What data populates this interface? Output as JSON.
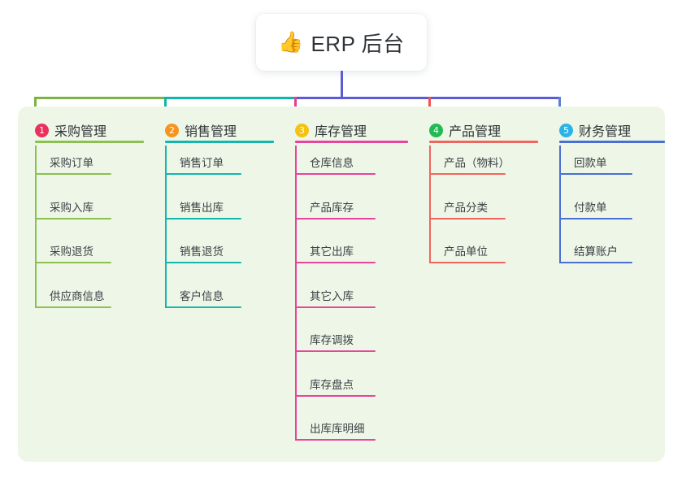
{
  "diagram": {
    "type": "organization-chart",
    "root": {
      "icon": "thumbs-up-icon",
      "emoji": "👍",
      "label": "ERP 后台"
    },
    "background_color": "#ffffff",
    "panel_color": "#eef7e7",
    "bus_segments": [
      {
        "name": "green-segment",
        "color": "#7cb342"
      },
      {
        "name": "teal-segment",
        "color": "#11b5ab"
      },
      {
        "name": "purple-segment",
        "color": "#5b5bd6"
      }
    ],
    "columns": [
      {
        "number": "1",
        "title": "采购管理",
        "badge_color": "#e8315f",
        "line_color": "#8cc152",
        "connector_color": "#7cb342",
        "items": [
          {
            "label": "采购订单"
          },
          {
            "label": "采购入库"
          },
          {
            "label": "采购退货"
          },
          {
            "label": "供应商信息"
          }
        ]
      },
      {
        "number": "2",
        "title": "销售管理",
        "badge_color": "#f7941e",
        "line_color": "#13b7ad",
        "connector_color": "#11b5ab",
        "items": [
          {
            "label": "销售订单"
          },
          {
            "label": "销售出库"
          },
          {
            "label": "销售退货"
          },
          {
            "label": "客户信息"
          }
        ]
      },
      {
        "number": "3",
        "title": "库存管理",
        "badge_color": "#f5c211",
        "line_color": "#e8449b",
        "connector_color": "#ea3d8c",
        "items": [
          {
            "label": "仓库信息"
          },
          {
            "label": "产品库存"
          },
          {
            "label": "其它出库"
          },
          {
            "label": "其它入库"
          },
          {
            "label": "库存调拨"
          },
          {
            "label": "库存盘点"
          },
          {
            "label": "出库库明细"
          }
        ]
      },
      {
        "number": "4",
        "title": "产品管理",
        "badge_color": "#22ba55",
        "line_color": "#f1655f",
        "connector_color": "#ef5350",
        "items": [
          {
            "label": "产品（物料）"
          },
          {
            "label": "产品分类"
          },
          {
            "label": "产品单位"
          }
        ]
      },
      {
        "number": "5",
        "title": "财务管理",
        "badge_color": "#2bb3e8",
        "line_color": "#4a6fd4",
        "connector_color": "#5b7fd6",
        "items": [
          {
            "label": "回款单"
          },
          {
            "label": "付款单"
          },
          {
            "label": "结算账户"
          }
        ]
      }
    ]
  }
}
